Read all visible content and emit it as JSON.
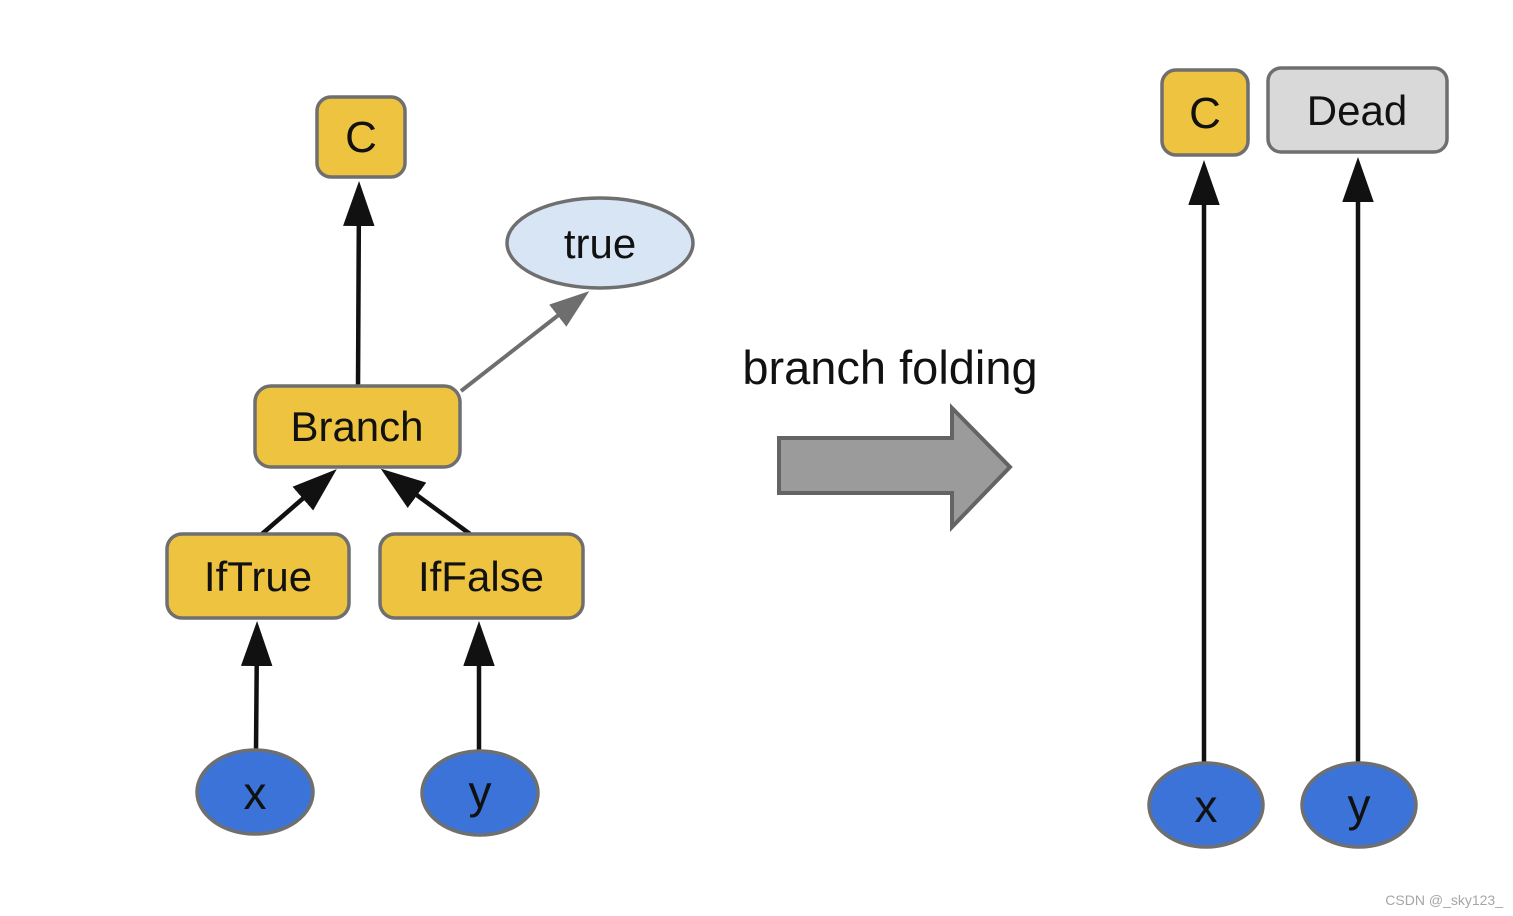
{
  "diagram": {
    "description": "branch folding optimization on a sea-of-nodes IR graph",
    "before": {
      "nodes": {
        "c": {
          "label": "C",
          "shape": "rounded-box",
          "fill": "#edc33f"
        },
        "true_val": {
          "label": "true",
          "shape": "ellipse",
          "fill": "#d8e5f4"
        },
        "branch": {
          "label": "Branch",
          "shape": "rounded-box",
          "fill": "#edc33f"
        },
        "if_true": {
          "label": "IfTrue",
          "shape": "rounded-box",
          "fill": "#edc33f"
        },
        "if_false": {
          "label": "IfFalse",
          "shape": "rounded-box",
          "fill": "#edc33f"
        },
        "x": {
          "label": "x",
          "shape": "ellipse",
          "fill": "#3b73d8"
        },
        "y": {
          "label": "y",
          "shape": "ellipse",
          "fill": "#3b73d8"
        }
      },
      "edges": [
        {
          "from": "Branch",
          "to": "C",
          "color": "black"
        },
        {
          "from": "Branch",
          "to": "true",
          "color": "gray"
        },
        {
          "from": "IfTrue",
          "to": "Branch",
          "color": "black"
        },
        {
          "from": "IfFalse",
          "to": "Branch",
          "color": "black"
        },
        {
          "from": "x",
          "to": "IfTrue",
          "color": "black"
        },
        {
          "from": "y",
          "to": "IfFalse",
          "color": "black"
        }
      ]
    },
    "transform": {
      "label": "branch folding",
      "arrow": "right-block-arrow"
    },
    "after": {
      "nodes": {
        "c": {
          "label": "C",
          "shape": "rounded-box",
          "fill": "#edc33f"
        },
        "dead": {
          "label": "Dead",
          "shape": "rounded-box",
          "fill": "#d9d9d9"
        },
        "x": {
          "label": "x",
          "shape": "ellipse",
          "fill": "#3b73d8"
        },
        "y": {
          "label": "y",
          "shape": "ellipse",
          "fill": "#3b73d8"
        }
      },
      "edges": [
        {
          "from": "x",
          "to": "C",
          "color": "black"
        },
        {
          "from": "y",
          "to": "Dead",
          "color": "black"
        }
      ]
    }
  },
  "colors": {
    "node_yellow": "#edc33f",
    "node_blue": "#3b73d8",
    "node_light_blue": "#d8e5f4",
    "node_dead_gray": "#d9d9d9",
    "node_border": "#6f6f6f",
    "edge_black": "#111111",
    "edge_gray": "#6e6e6e",
    "block_arrow_fill": "#9b9b9b",
    "block_arrow_border": "#646464",
    "background": "#ffffff"
  },
  "watermark": "CSDN @_sky123_"
}
